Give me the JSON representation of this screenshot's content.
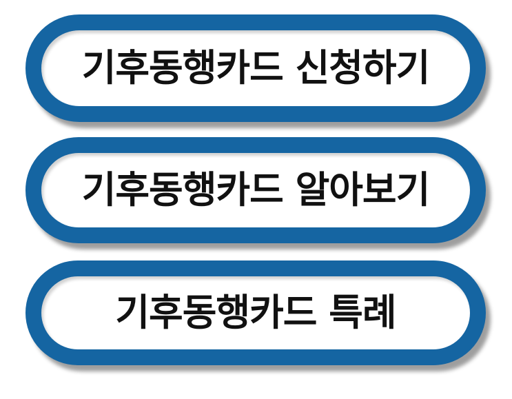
{
  "buttons": {
    "apply_label": "기후동행카드 신청하기",
    "learn_label": "기후동행카드 알아보기",
    "special_label": "기후동행카드 특례"
  },
  "colors": {
    "border": "#1565a2",
    "background": "#ffffff",
    "text": "#111111"
  }
}
